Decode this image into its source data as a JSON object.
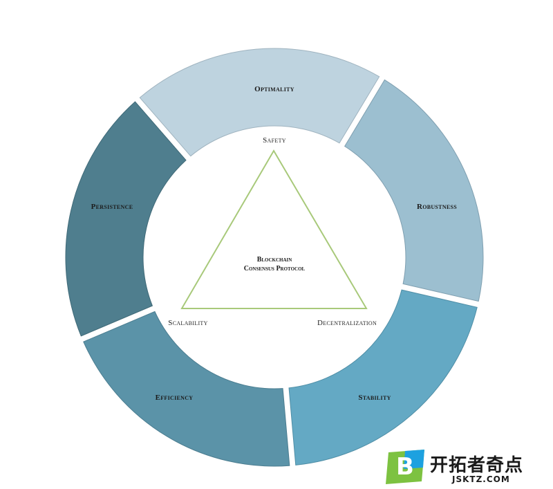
{
  "diagram": {
    "center": {
      "line1": "Blockchain",
      "line2": "Consensus Protocol"
    },
    "triangle": {
      "stroke": "#a8c97a",
      "vertices": [
        {
          "label": "Safety"
        },
        {
          "label": "Scalability"
        },
        {
          "label": "Decentralization"
        }
      ]
    },
    "segments": [
      {
        "label": "Optimality",
        "color": "#bed3df"
      },
      {
        "label": "Robustness",
        "color": "#9cbfd0"
      },
      {
        "label": "Stability",
        "color": "#64a9c4"
      },
      {
        "label": "Efficiency",
        "color": "#5b93a8"
      },
      {
        "label": "Persistence",
        "color": "#4f7e8e"
      }
    ]
  },
  "watermark": {
    "logo_icon": "b-logo-icon",
    "title": "开拓者奇点",
    "subtitle": "JSKTZ.COM",
    "colors": {
      "green": "#7dc241",
      "blue": "#1da1e0"
    }
  }
}
